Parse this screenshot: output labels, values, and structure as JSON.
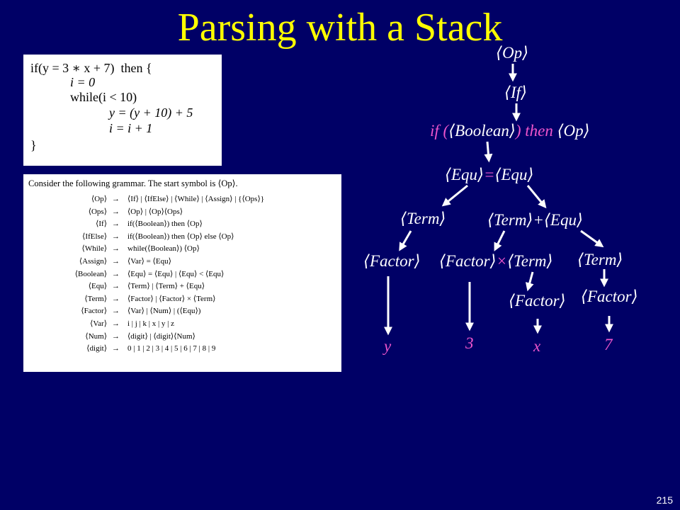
{
  "title": "Parsing with a Stack",
  "page_number": "215",
  "code": {
    "lines": [
      "if(y = 3 ∗ x + 7)  then {",
      "i = 0",
      "while(i < 10)",
      "y = (y + 10) + 5",
      "i = i + 1",
      "}"
    ]
  },
  "grammar": {
    "intro": "Consider the following grammar. The start symbol is ⟨Op⟩.",
    "rules": [
      {
        "lhs": "⟨Op⟩",
        "arrow": "→",
        "rhs": "⟨If⟩ | ⟨IfElse⟩ | ⟨While⟩ | ⟨Assign⟩ | {⟨Ops⟩}"
      },
      {
        "lhs": "⟨Ops⟩",
        "arrow": "→",
        "rhs": "⟨Op⟩ | ⟨Op⟩⟨Ops⟩"
      },
      {
        "lhs": "⟨If⟩",
        "arrow": "→",
        "rhs": "if(⟨Boolean⟩) then ⟨Op⟩"
      },
      {
        "lhs": "⟨IfElse⟩",
        "arrow": "→",
        "rhs": "if(⟨Boolean⟩) then ⟨Op⟩ else ⟨Op⟩"
      },
      {
        "lhs": "⟨While⟩",
        "arrow": "→",
        "rhs": "while(⟨Boolean⟩) ⟨Op⟩"
      },
      {
        "lhs": "⟨Assign⟩",
        "arrow": "→",
        "rhs": "⟨Var⟩ = ⟨Equ⟩"
      },
      {
        "lhs": "⟨Boolean⟩",
        "arrow": "→",
        "rhs": "⟨Equ⟩ = ⟨Equ⟩ | ⟨Equ⟩ < ⟨Equ⟩"
      },
      {
        "lhs": "⟨Equ⟩",
        "arrow": "→",
        "rhs": "⟨Term⟩ | ⟨Term⟩ + ⟨Equ⟩"
      },
      {
        "lhs": "⟨Term⟩",
        "arrow": "→",
        "rhs": "⟨Factor⟩ | ⟨Factor⟩ × ⟨Term⟩"
      },
      {
        "lhs": "⟨Factor⟩",
        "arrow": "→",
        "rhs": "⟨Var⟩ | ⟨Num⟩ | (⟨Equ⟩)"
      },
      {
        "lhs": "⟨Var⟩",
        "arrow": "→",
        "rhs": "i | j | k | x | y | z"
      },
      {
        "lhs": "⟨Num⟩",
        "arrow": "→",
        "rhs": "⟨digit⟩ | ⟨digit⟩⟨Num⟩"
      },
      {
        "lhs": "⟨digit⟩",
        "arrow": "→",
        "rhs": "0 | 1 | 2 | 3 | 4 | 5 | 6 | 7 | 8 | 9"
      }
    ]
  },
  "tree": {
    "op": "⟨Op⟩",
    "if": "⟨If⟩",
    "if_prefix": "if (",
    "boolean": "⟨Boolean⟩",
    "if_suffix": ") then",
    "if_op": "⟨Op⟩",
    "equ_left": "⟨Equ⟩",
    "equ_eq": "=",
    "equ_right": "⟨Equ⟩",
    "term_left": "⟨Term⟩",
    "term_mid": "⟨Term⟩",
    "plus": "+",
    "equ_mid": "⟨Equ⟩",
    "factor_1": "⟨Factor⟩",
    "factor_2": "⟨Factor⟩",
    "times": "×",
    "term_inner": "⟨Term⟩",
    "term_right": "⟨Term⟩",
    "factor_3": "⟨Factor⟩",
    "factor_4": "⟨Factor⟩",
    "leaf_y": "y",
    "leaf_3": "3",
    "leaf_x": "x",
    "leaf_7": "7"
  }
}
